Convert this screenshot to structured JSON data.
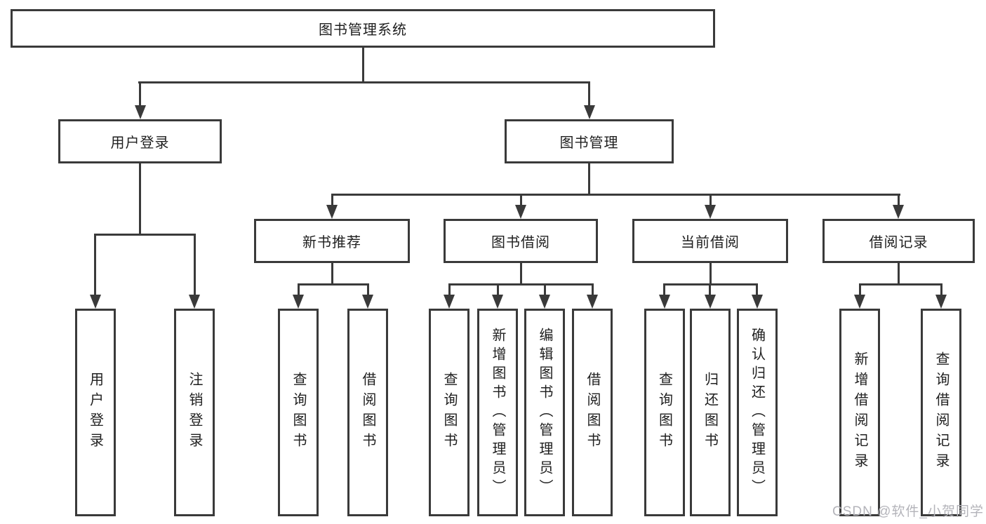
{
  "colors": {
    "line": "#3a3a3a",
    "box_border": "#3a3a3a",
    "text": "#1f1f1f",
    "watermark": "#b4b4ba",
    "background": "#ffffff"
  },
  "diagram": {
    "root": {
      "label": "图书管理系统"
    },
    "level2": [
      {
        "label": "用户登录"
      },
      {
        "label": "图书管理"
      }
    ],
    "level3": [
      {
        "label": "新书推荐"
      },
      {
        "label": "图书借阅"
      },
      {
        "label": "当前借阅"
      },
      {
        "label": "借阅记录"
      }
    ],
    "leaves": [
      {
        "label": "用户登录",
        "parent": "用户登录"
      },
      {
        "label": "注销登录",
        "parent": "用户登录"
      },
      {
        "label": "查询图书",
        "parent": "新书推荐"
      },
      {
        "label": "借阅图书",
        "parent": "新书推荐"
      },
      {
        "label": "查询图书",
        "parent": "图书借阅"
      },
      {
        "label": "新增图书（管理员）",
        "parent": "图书借阅"
      },
      {
        "label": "编辑图书（管理员）",
        "parent": "图书借阅"
      },
      {
        "label": "借阅图书",
        "parent": "图书借阅"
      },
      {
        "label": "查询图书",
        "parent": "当前借阅"
      },
      {
        "label": "归还图书",
        "parent": "当前借阅"
      },
      {
        "label": "确认归还（管理员）",
        "parent": "当前借阅"
      },
      {
        "label": "新增借阅记录",
        "parent": "借阅记录"
      },
      {
        "label": "查询借阅记录",
        "parent": "借阅记录"
      }
    ]
  },
  "watermark": {
    "text": "CSDN @软件_小贺同学"
  }
}
